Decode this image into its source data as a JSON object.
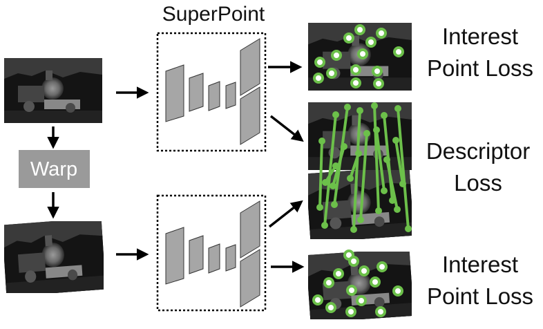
{
  "title": "SuperPoint",
  "warp_label": "Warp",
  "outputs": {
    "top": [
      "Interest",
      "Point Loss"
    ],
    "middle": [
      "Descriptor",
      "Loss"
    ],
    "bottom": [
      "Interest",
      "Point Loss"
    ]
  },
  "colors": {
    "keypoint": "#6cc04a",
    "layer_fill": "#a6a6a6",
    "warp_fill": "#9a9a9a",
    "arrow": "#000000"
  },
  "icons": {
    "input_image": "train-photo",
    "warped_image": "warped-train-photo"
  }
}
